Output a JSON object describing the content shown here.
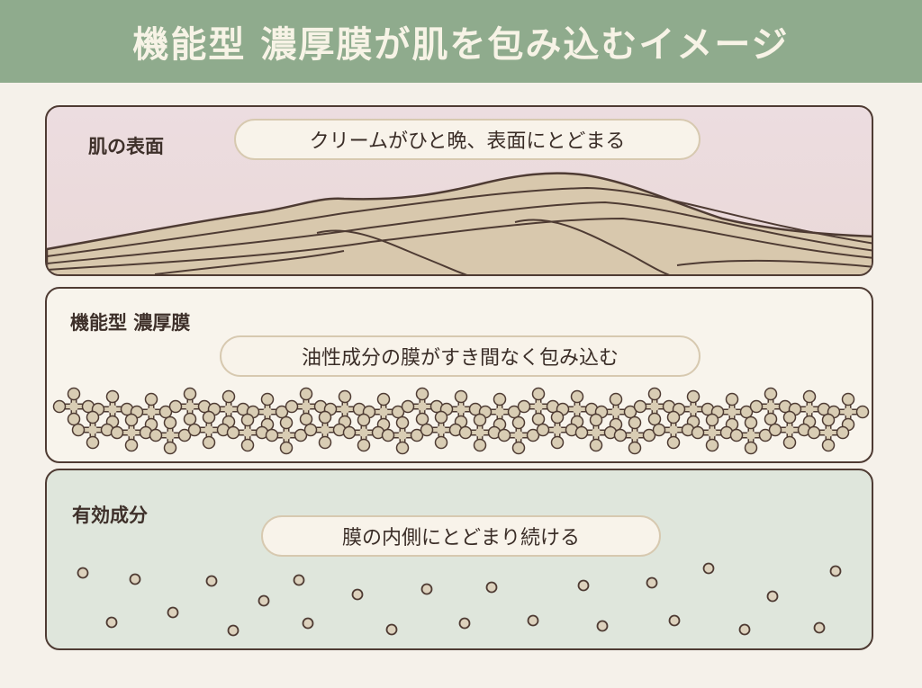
{
  "title": "機能型 濃厚膜が肌を包み込むイメージ",
  "panels": [
    {
      "label": "肌の表面",
      "caption": "クリームがひと晩、表面にとどまる"
    },
    {
      "label": "機能型 濃厚膜",
      "caption": "油性成分の膜がすき間なく包み込む"
    },
    {
      "label": "有効成分",
      "caption": "膜の内側にとどまり続ける"
    }
  ],
  "colors": {
    "header_bg": "#8fab8d",
    "skin_bg": "#ecdde0",
    "film_molecule": "#d9cdb4",
    "ingredient_bg": "#dfe6dc",
    "outline": "#4e3b33"
  }
}
